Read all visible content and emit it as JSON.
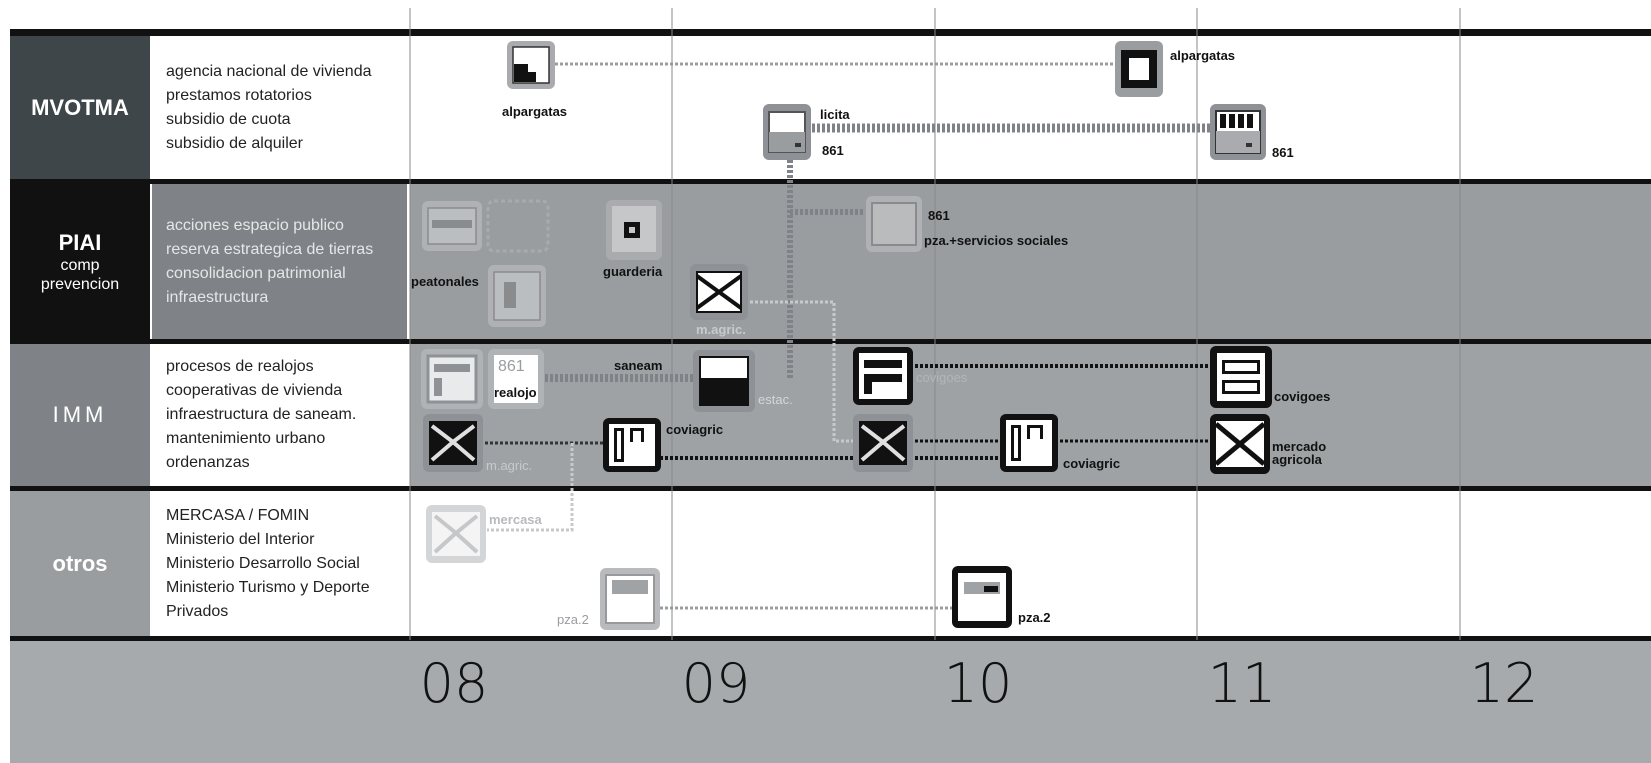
{
  "rows": [
    {
      "label": "MVOTMA",
      "sub": [],
      "items": [
        "agencia nacional de vivienda",
        "prestamos rotatorios",
        "subsidio de cuota",
        "subsidio de alquiler"
      ]
    },
    {
      "label": "PIAI",
      "sub": [
        "comp",
        "prevencion"
      ],
      "items": [
        "acciones espacio publico",
        "reserva estrategica de tierras",
        "consolidacion patrimonial",
        "infraestructura"
      ]
    },
    {
      "label": "IMM",
      "sub": [],
      "items": [
        "procesos de realojos",
        "cooperativas de vivienda",
        "infraestructura de saneam.",
        "mantenimiento urbano",
        "ordenanzas"
      ]
    },
    {
      "label": "otros",
      "sub": [],
      "items": [
        "MERCASA / FOMIN",
        "Ministerio del Interior",
        "Ministerio Desarrollo Social",
        "Ministerio Turismo y Deporte",
        "Privados"
      ]
    }
  ],
  "years": [
    "08",
    "09",
    "10",
    "11",
    "12"
  ],
  "labels": {
    "alpargatas_1": "alpargatas",
    "alpargatas_2": "alpargatas",
    "licita": "licita",
    "n861_a": "861",
    "n861_b": "861",
    "n861_c": "861",
    "pza_servicios": "pza.+servicios sociales",
    "guarderia": "guarderia",
    "peatonales": "peatonales",
    "m_agric_piai": "m.agric.",
    "realojo_num": "861",
    "realojo": "realojo",
    "saneam": "saneam",
    "estac": "estac.",
    "covigoes_1": "covigoes",
    "covigoes_2": "covigoes",
    "coviagric_1": "coviagric",
    "coviagric_2": "coviagric",
    "m_agric_imm": "m.agric.",
    "mercado_agricola_1": "mercado",
    "mercado_agricola_2": "agricola",
    "mercasa": "mercasa",
    "pza2_a": "pza.2",
    "pza2_b": "pza.2"
  }
}
